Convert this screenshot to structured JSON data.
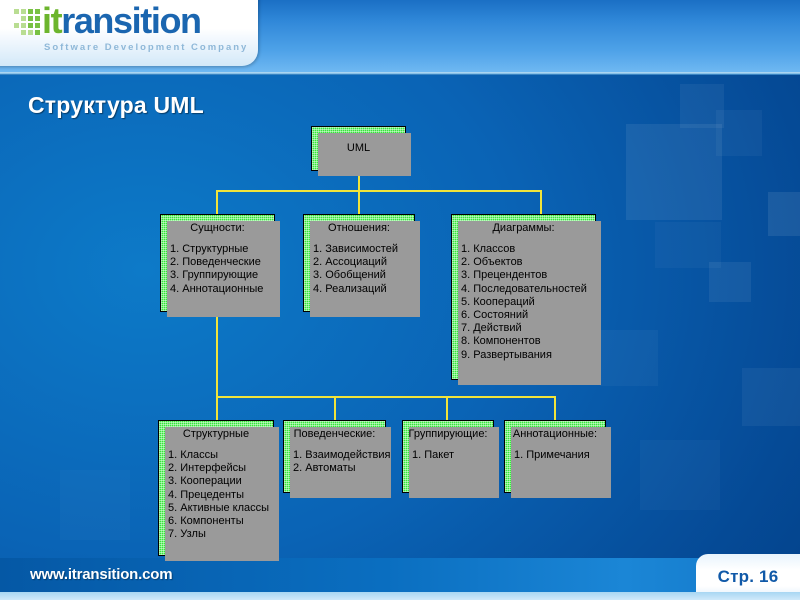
{
  "brand": {
    "logo_word_green": "it",
    "logo_word_blue": "ransition",
    "tagline": "Software Development Company",
    "grid_icon": "pixel-grid-icon"
  },
  "slide": {
    "title": "Структура UML"
  },
  "footer": {
    "url": "www.itransition.com",
    "page_label": "Стр. 16"
  },
  "colors": {
    "node_fill": "#35e63a",
    "node_border": "#000000",
    "node_shadow": "#9a9a9a",
    "connector": "#f2e43a",
    "background_blue": "#0a63b5",
    "header_blue": "#2f87d8",
    "brand_green": "#6cb52d",
    "brand_blue": "#1b66b0",
    "page_badge_text": "#1059a8"
  },
  "chart_data": {
    "type": "diagram",
    "title": "Структура UML",
    "layout": "top-down tree, 3 levels",
    "nodes": [
      {
        "id": "root",
        "title": "UML",
        "items": []
      },
      {
        "id": "entities",
        "title": "Сущности:",
        "items": [
          "1. Структурные",
          "2. Поведенческие",
          "3. Группирующие",
          "4. Аннотационные"
        ]
      },
      {
        "id": "relations",
        "title": "Отношения:",
        "items": [
          "1. Зависимостей",
          "2. Ассоциаций",
          "3. Обобщений",
          "4. Реализаций"
        ]
      },
      {
        "id": "diagrams",
        "title": "Диаграммы:",
        "items": [
          "1. Классов",
          "2. Объектов",
          "3. Прецендентов",
          "4. Последовательностей",
          "5. Коопераций",
          "6. Состояний",
          "7. Действий",
          "8. Компонентов",
          "9. Развертывания"
        ]
      },
      {
        "id": "structural",
        "title": "Структурные",
        "items": [
          "1. Классы",
          "2. Интерфейсы",
          "3. Кооперации",
          "4. Прецеденты",
          "5. Активные классы",
          "6. Компоненты",
          "7. Узлы"
        ]
      },
      {
        "id": "behavioral",
        "title": "Поведенческие:",
        "items": [
          "1. Взаимодействия",
          "2. Автоматы"
        ]
      },
      {
        "id": "grouping",
        "title": "Группирующие:",
        "items": [
          "1. Пакет"
        ]
      },
      {
        "id": "annotation",
        "title": "Аннотационные:",
        "items": [
          "1. Примечания"
        ]
      }
    ],
    "edges": [
      {
        "from": "root",
        "to": "entities"
      },
      {
        "from": "root",
        "to": "relations"
      },
      {
        "from": "root",
        "to": "diagrams"
      },
      {
        "from": "entities",
        "to": "structural"
      },
      {
        "from": "entities",
        "to": "behavioral"
      },
      {
        "from": "entities",
        "to": "grouping"
      },
      {
        "from": "entities",
        "to": "annotation"
      }
    ]
  }
}
